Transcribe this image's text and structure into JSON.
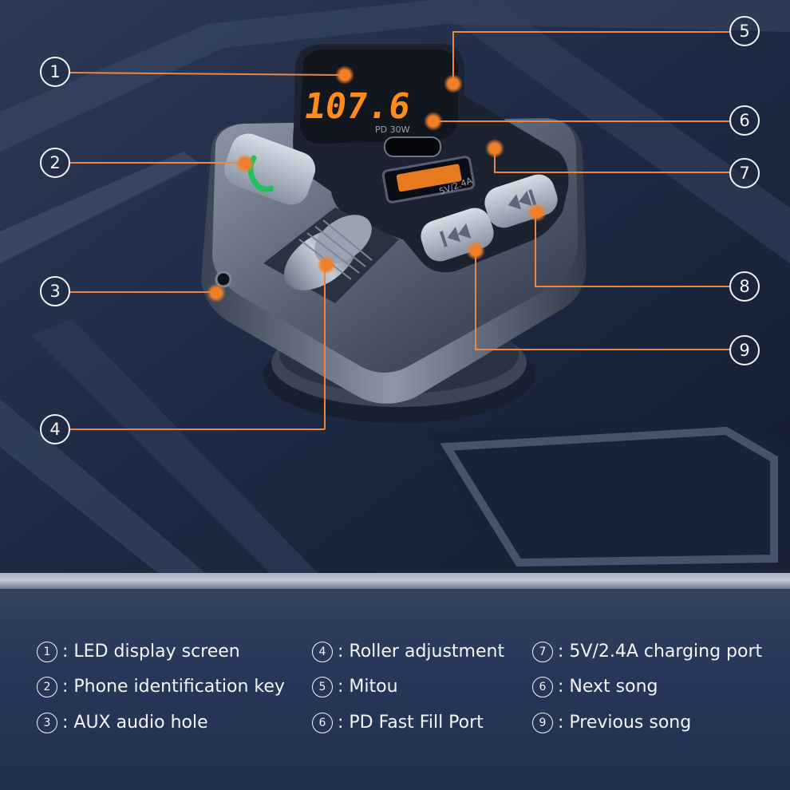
{
  "callouts": [
    {
      "num": "1"
    },
    {
      "num": "2"
    },
    {
      "num": "3"
    },
    {
      "num": "4"
    },
    {
      "num": "5"
    },
    {
      "num": "6"
    },
    {
      "num": "7"
    },
    {
      "num": "8"
    },
    {
      "num": "9"
    }
  ],
  "device": {
    "display_text": "107.6",
    "pd_label": "PD 30W",
    "usb_label": "5V/2.4A"
  },
  "legend": {
    "col1": [
      {
        "num": "1",
        "text": ": LED display screen"
      },
      {
        "num": "2",
        "text": ": Phone identification key"
      },
      {
        "num": "3",
        "text": ": AUX audio hole"
      }
    ],
    "col2": [
      {
        "num": "4",
        "text": ": Roller adjustment"
      },
      {
        "num": "5",
        "text": ": Mitou"
      },
      {
        "num": "6",
        "text": ": PD Fast Fill Port"
      }
    ],
    "col3": [
      {
        "num": "7",
        "text": ": 5V/2.4A charging port"
      },
      {
        "num": "6",
        "text": ": Next song"
      },
      {
        "num": "9",
        "text": ": Previous song"
      }
    ]
  },
  "colors": {
    "accent_orange": "#f07f2a",
    "display_orange": "#ff8a1e",
    "phone_green": "#22c25a",
    "background_navy": "#22304f"
  }
}
